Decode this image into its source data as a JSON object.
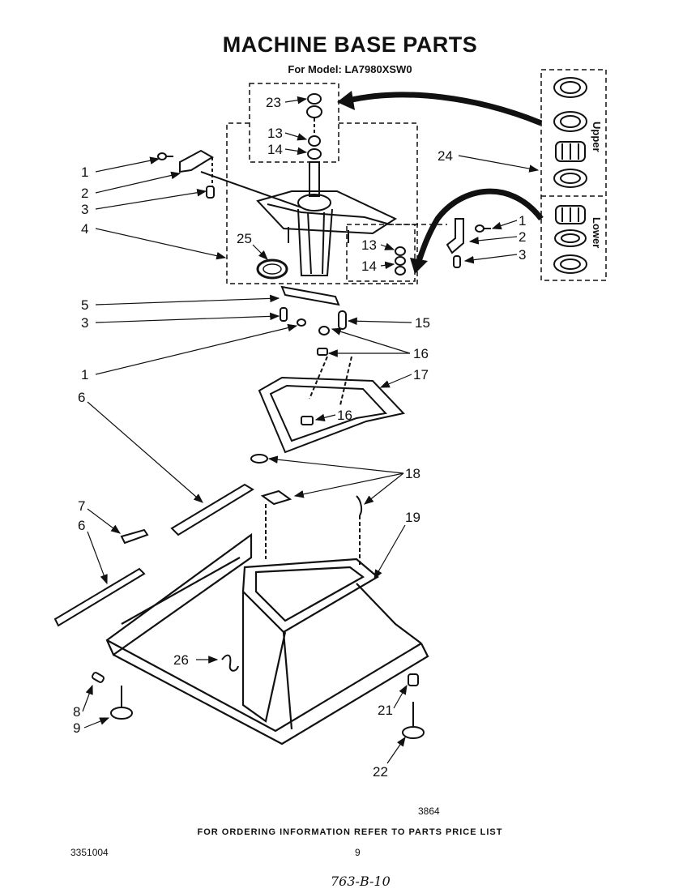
{
  "title": "MACHINE BASE PARTS",
  "model": "For Model: LA7980XSW0",
  "inset_labels": {
    "upper": "Upper",
    "lower": "Lower"
  },
  "callouts": {
    "c1a": "1",
    "c2a": "2",
    "c3a": "3",
    "c4": "4",
    "c23": "23",
    "c13a": "13",
    "c14a": "14",
    "c25": "25",
    "c24": "24",
    "c1b": "1",
    "c2b": "2",
    "c3b": "3",
    "c13b": "13",
    "c14b": "14",
    "c5": "5",
    "c3c": "3",
    "c15": "15",
    "c1c": "1",
    "c16a": "16",
    "c6a": "6",
    "c17": "17",
    "c16b": "16",
    "c18": "18",
    "c7": "7",
    "c6b": "6",
    "c19": "19",
    "c26": "26",
    "c8": "8",
    "c9": "9",
    "c21": "21",
    "c22": "22"
  },
  "figure_number": "3864",
  "footer": "FOR ORDERING INFORMATION REFER TO PARTS PRICE LIST",
  "doc_number": "3351004",
  "page_number": "9",
  "handwritten_note": "763-B-10"
}
